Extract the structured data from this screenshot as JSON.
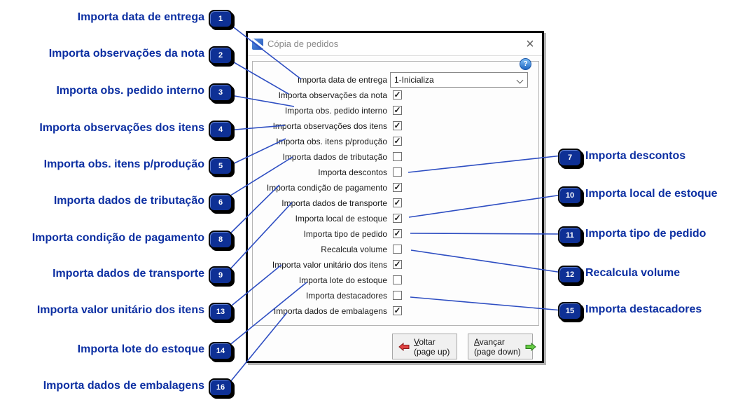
{
  "window": {
    "title": "Cópia de pedidos",
    "close_glyph": "×",
    "help_glyph": "?"
  },
  "form": {
    "dropdown": {
      "label": "Importa data de entrega",
      "value": "1-Inicializa"
    },
    "checkboxes": [
      {
        "label": "Importa observações da nota",
        "checked": true,
        "mark": "✓"
      },
      {
        "label": "Importa obs. pedido interno",
        "checked": true,
        "mark": "✓"
      },
      {
        "label": "Importa observações dos itens",
        "checked": true,
        "mark": "✓"
      },
      {
        "label": "Importa obs. itens p/produção",
        "checked": true,
        "mark": "✓"
      },
      {
        "label": "Importa dados de tributação",
        "checked": false,
        "mark": ""
      },
      {
        "label": "Importa descontos",
        "checked": false,
        "mark": ""
      },
      {
        "label": "Importa condição de pagamento",
        "checked": true,
        "mark": "✓"
      },
      {
        "label": "Importa dados de transporte",
        "checked": true,
        "mark": "✓"
      },
      {
        "label": "Importa local de estoque",
        "checked": true,
        "mark": "✓"
      },
      {
        "label": "Importa tipo de pedido",
        "checked": true,
        "mark": "✓"
      },
      {
        "label": "Recalcula volume",
        "checked": false,
        "mark": ""
      },
      {
        "label": "Importa valor unitário dos itens",
        "checked": true,
        "mark": "✓"
      },
      {
        "label": "Importa lote do estoque",
        "checked": false,
        "mark": ""
      },
      {
        "label": "Importa destacadores",
        "checked": false,
        "mark": ""
      },
      {
        "label": "Importa dados de embalagens",
        "checked": true,
        "mark": "✓"
      }
    ]
  },
  "buttons": {
    "voltar": {
      "initial": "V",
      "rest": "oltar",
      "line2": "(page up)"
    },
    "avancar": {
      "initial": "A",
      "rest": "vançar",
      "line2": "(page down)"
    }
  },
  "annotations": {
    "left": [
      {
        "num": "1",
        "label": "Importa data de entrega"
      },
      {
        "num": "2",
        "label": "Importa observações da nota"
      },
      {
        "num": "3",
        "label": "Importa obs. pedido interno"
      },
      {
        "num": "4",
        "label": "Importa observações dos itens"
      },
      {
        "num": "5",
        "label": "Importa obs. itens p/produção"
      },
      {
        "num": "6",
        "label": "Importa dados de tributação"
      },
      {
        "num": "8",
        "label": "Importa condição de pagamento"
      },
      {
        "num": "9",
        "label": "Importa dados de transporte"
      },
      {
        "num": "13",
        "label": "Importa valor unitário dos itens"
      },
      {
        "num": "14",
        "label": "Importa lote do estoque"
      },
      {
        "num": "16",
        "label": "Importa dados de embalagens"
      }
    ],
    "right": [
      {
        "num": "7",
        "label": "Importa descontos"
      },
      {
        "num": "10",
        "label": "Importa local de estoque"
      },
      {
        "num": "11",
        "label": "Importa tipo de pedido"
      },
      {
        "num": "12",
        "label": "Recalcula volume"
      },
      {
        "num": "15",
        "label": "Importa destacadores"
      }
    ]
  },
  "colors": {
    "annotation_blue": "#0c2fa2",
    "badge_bg": "#0e3095",
    "leader_line": "#2e4ec2",
    "back_arrow_red": "#e04343",
    "forward_arrow_green": "#66cc44"
  }
}
